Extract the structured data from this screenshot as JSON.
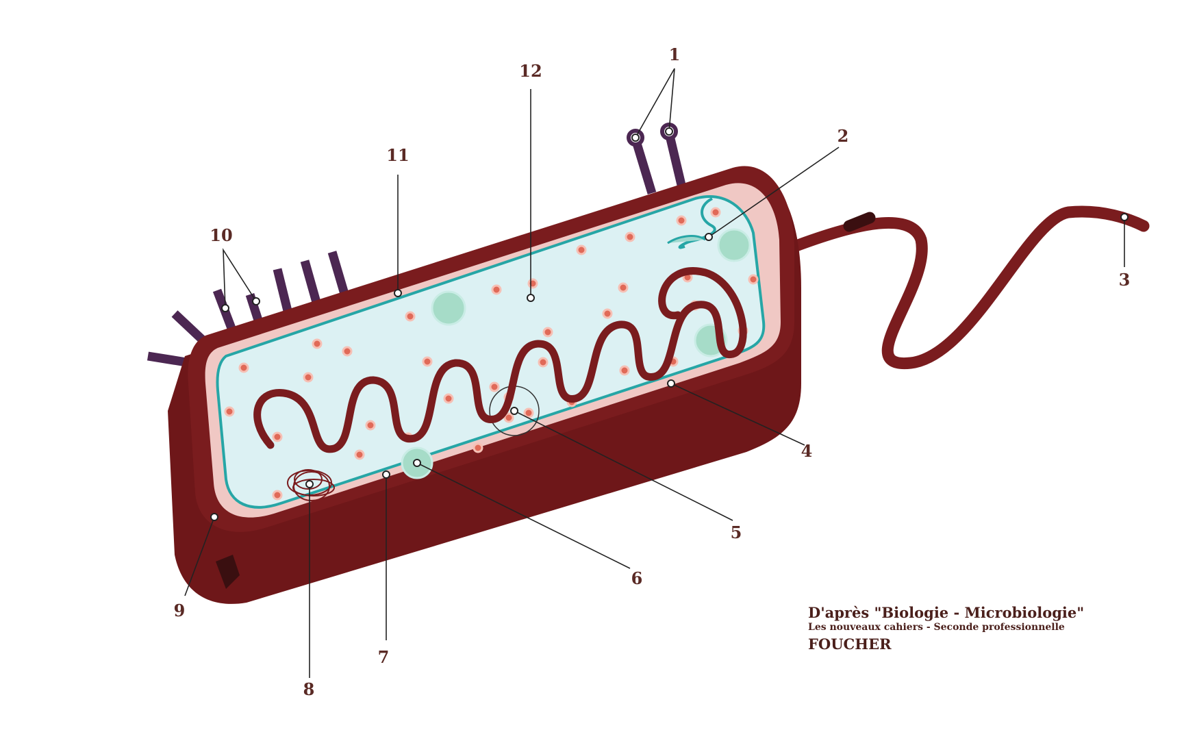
{
  "diagram": {
    "labels": [
      {
        "id": "1",
        "text": "1"
      },
      {
        "id": "2",
        "text": "2"
      },
      {
        "id": "3",
        "text": "3"
      },
      {
        "id": "4",
        "text": "4"
      },
      {
        "id": "5",
        "text": "5"
      },
      {
        "id": "6",
        "text": "6"
      },
      {
        "id": "7",
        "text": "7"
      },
      {
        "id": "8",
        "text": "8"
      },
      {
        "id": "9",
        "text": "9"
      },
      {
        "id": "10",
        "text": "10"
      },
      {
        "id": "11",
        "text": "11"
      },
      {
        "id": "12",
        "text": "12"
      }
    ]
  },
  "credit": {
    "line1": "D'après \"Biologie - Microbiologie\"",
    "line2": "Les nouveaux cahiers - Seconde professionnelle",
    "line3": "FOUCHER"
  },
  "colors": {
    "wall": "#7a1c1e",
    "wall_dark": "#5e1315",
    "membrane_pink": "#f0c8c4",
    "cytoplasm": "#dcf1f3",
    "membrane_teal": "#26a6a6",
    "vacuole": "#a6dcc8",
    "ribosome": "#e06a58",
    "pili": "#4c2752"
  }
}
